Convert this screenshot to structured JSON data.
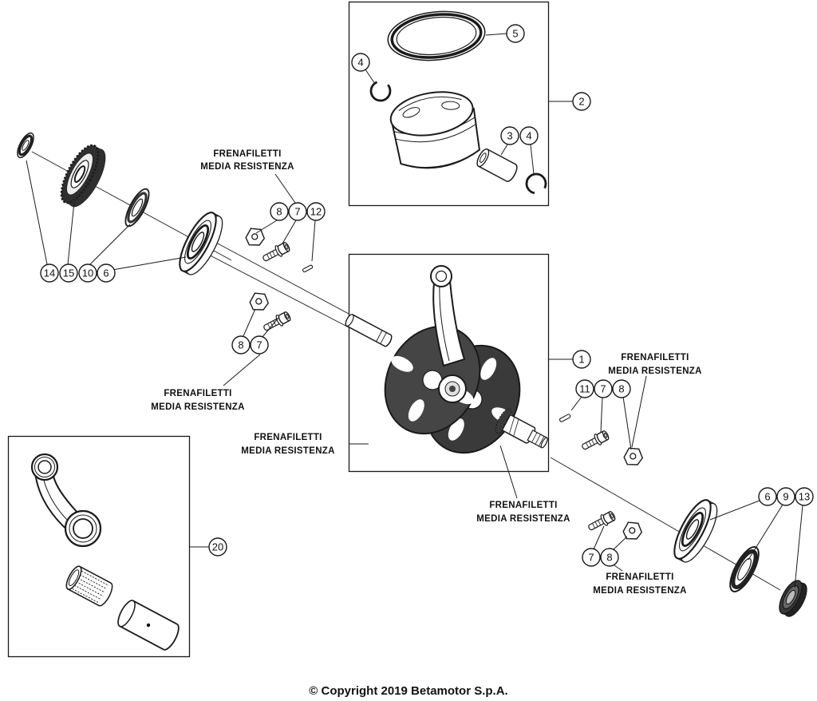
{
  "colors": {
    "background": "#ffffff",
    "line": "#1a1a1a",
    "dark_metal": "#3a3a3a"
  },
  "copyright": "© Copyright 2019 Betamotor S.p.A.",
  "notes": [
    {
      "line1": "FRENAFILETTI",
      "line2": "MEDIA RESISTENZA"
    },
    {
      "line1": "FRENAFILETTI",
      "line2": "MEDIA RESISTENZA"
    },
    {
      "line1": "FRENAFILETTI",
      "line2": "MEDIA RESISTENZA"
    },
    {
      "line1": "FRENAFILETTI",
      "line2": "MEDIA RESISTENZA"
    },
    {
      "line1": "FRENAFILETTI",
      "line2": "MEDIA RESISTENZA"
    },
    {
      "line1": "FRENAFILETTI",
      "line2": "MEDIA RESISTENZA"
    }
  ],
  "callouts": [
    {
      "label": "5"
    },
    {
      "label": "4"
    },
    {
      "label": "2"
    },
    {
      "label": "3"
    },
    {
      "label": "4"
    },
    {
      "label": "14"
    },
    {
      "label": "15"
    },
    {
      "label": "10"
    },
    {
      "label": "6"
    },
    {
      "label": "8"
    },
    {
      "label": "7"
    },
    {
      "label": "12"
    },
    {
      "label": "8"
    },
    {
      "label": "7"
    },
    {
      "label": "1"
    },
    {
      "label": "11"
    },
    {
      "label": "7"
    },
    {
      "label": "8"
    },
    {
      "label": "20"
    },
    {
      "label": "7"
    },
    {
      "label": "8"
    },
    {
      "label": "6"
    },
    {
      "label": "9"
    },
    {
      "label": "13"
    }
  ]
}
